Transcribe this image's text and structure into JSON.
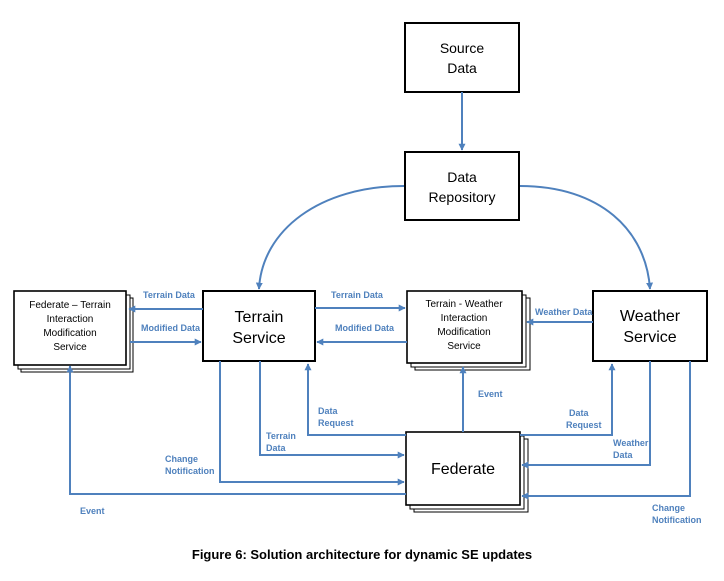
{
  "nodes": {
    "source_data": {
      "line1": "Source",
      "line2": "Data"
    },
    "data_repository": {
      "line1": "Data",
      "line2": "Repository"
    },
    "terrain_service": {
      "line1": "Terrain",
      "line2": "Service"
    },
    "weather_service": {
      "line1": "Weather",
      "line2": "Service"
    },
    "federate_terrain": {
      "line1": "Federate – Terrain",
      "line2": "Interaction",
      "line3": "Modification",
      "line4": "Service"
    },
    "terrain_weather": {
      "line1": "Terrain - Weather",
      "line2": "Interaction",
      "line3": "Modification",
      "line4": "Service"
    },
    "federate": {
      "line1": "Federate"
    }
  },
  "edges": {
    "terrain_data_left": "Terrain Data",
    "modified_data_left": "Modified Data",
    "terrain_data_mid": "Terrain Data",
    "modified_data_mid": "Modified Data",
    "weather_data_top": "Weather Data",
    "event_mid": "Event",
    "data_request_left": {
      "line1": "Data",
      "line2": "Request"
    },
    "data_request_right": {
      "line1": "Data",
      "line2": "Request"
    },
    "terrain_data_low": {
      "line1": "Terrain",
      "line2": "Data"
    },
    "change_notification_left": {
      "line1": "Change",
      "line2": "Notification"
    },
    "weather_data_low": {
      "line1": "Weather",
      "line2": "Data"
    },
    "event_bottom": "Event",
    "change_notification_right": {
      "line1": "Change",
      "line2": "Notification"
    }
  },
  "caption": "Figure 6: Solution architecture for dynamic SE updates",
  "colors": {
    "arrow": "#4f81bd",
    "label": "#4f81bd",
    "box_border": "#000000"
  }
}
